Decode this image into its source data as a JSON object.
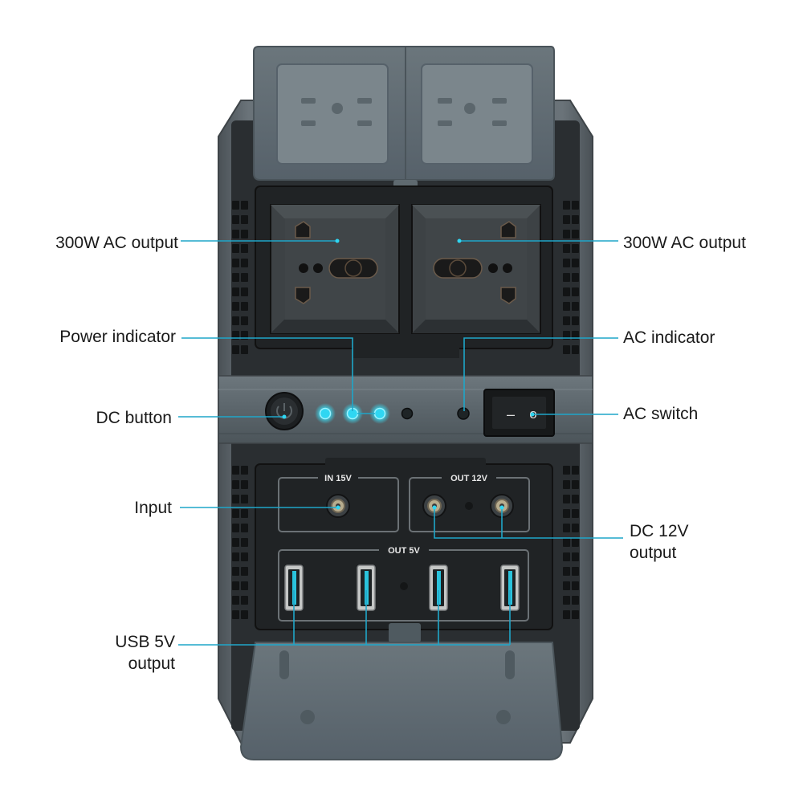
{
  "callouts": {
    "ac_output_left": "300W AC output",
    "ac_output_right": "300W AC output",
    "power_indicator": "Power indicator",
    "ac_indicator": "AC indicator",
    "dc_button": "DC button",
    "ac_switch": "AC switch",
    "input": "Input",
    "dc_12v_line1": "DC 12V",
    "dc_12v_line2": "output",
    "usb_5v_line1": "USB 5V",
    "usb_5v_line2": "output"
  },
  "device_labels": {
    "in_15v": "IN 15V",
    "out_12v": "OUT 12V",
    "out_5v": "OUT 5V"
  },
  "switch_symbols": {
    "off": "–",
    "on": "o"
  },
  "power_indicator": {
    "leds_total": 4,
    "leds_lit": 3
  },
  "colors": {
    "leader_line": "#1fa6c9",
    "led_on": "#2fd6f2",
    "led_off": "#1e2426",
    "body": "#5e666c",
    "cover": "#5f6a70",
    "panel": "#202325"
  }
}
